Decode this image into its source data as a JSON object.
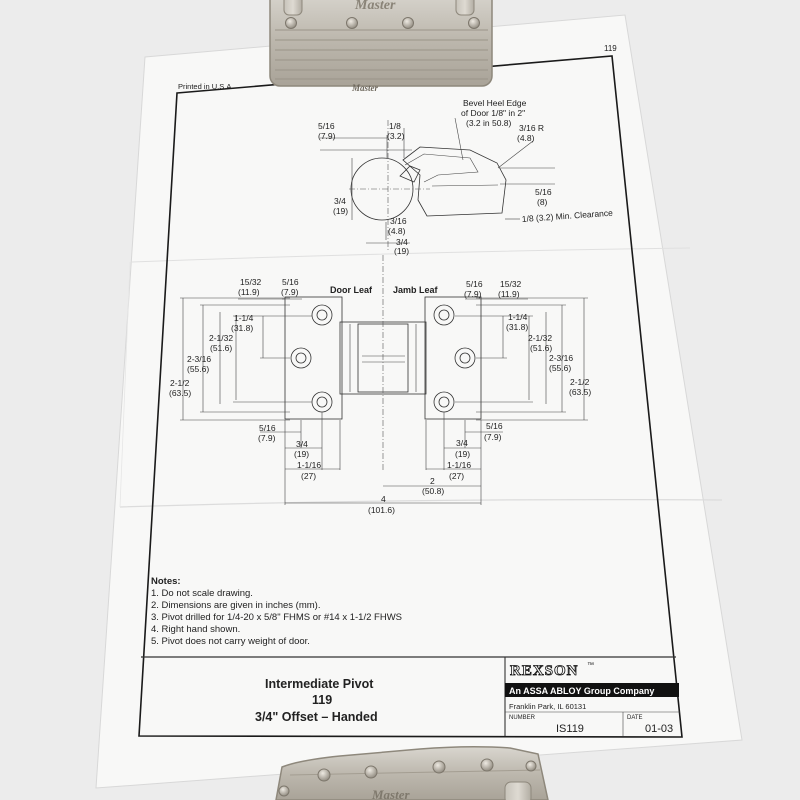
{
  "lock_top": {
    "brand": "Master"
  },
  "lock_bottom": {
    "brand": "Master"
  },
  "sheet": {
    "page_no": "119",
    "printed": "Printed in U.S.A.",
    "top_view": {
      "bevel": [
        "Bevel Heel Edge",
        "of Door 1/8\" in 2\"",
        "(3.2 in 50.8)"
      ],
      "d516": "5/16",
      "d516mm": "(7.9)",
      "d18": "1/8",
      "d18mm": "(3.2)",
      "d316r": "3/16 R",
      "d316rmm": "(4.8)",
      "d516b": "5/16",
      "d516bmm": "(8)",
      "d34": "3/4",
      "d34mm": "(19)",
      "d316": "3/16",
      "d316mm": "(4.8)",
      "d34b": "3/4",
      "d34bmm": "(19)",
      "clearance": "1/8 (3.2) Min. Clearance"
    },
    "front_view": {
      "door_leaf": "Door Leaf",
      "jamb_leaf": "Jamb Leaf",
      "d1532": "15/32",
      "d1532mm": "(11.9)",
      "d516": "5/16",
      "d516mm": "(7.9)",
      "d114": "1-1/4",
      "d114mm": "(31.8)",
      "d2132": "2-1/32",
      "d2132mm": "(51.6)",
      "d2316": "2-3/16",
      "d2316mm": "(55.6)",
      "d212": "2-1/2",
      "d212mm": "(63.5)",
      "d34": "3/4",
      "d34mm": "(19)",
      "d1116": "1-1/16",
      "d1116mm": "(27)",
      "d2": "2",
      "d2mm": "(50.8)",
      "d4": "4",
      "d4mm": "(101.6)"
    },
    "notes": {
      "heading": "Notes:",
      "items": [
        "1. Do not scale drawing.",
        "2. Dimensions are given in inches (mm).",
        "3. Pivot drilled for 1/4-20 x 5/8\" FHMS or #14 x 1-1/2 FHWS",
        "4. Right hand shown.",
        "5. Pivot does not carry weight of door."
      ]
    },
    "title_block": {
      "line1": "Intermediate Pivot",
      "line2": "119",
      "line3": "3/4\" Offset – Handed",
      "brand": "REXSON",
      "tm": "™",
      "group": "An ASSA ABLOY Group Company",
      "address": "Franklin Park, IL 60131",
      "number_label": "NUMBER",
      "number": "IS119",
      "date_label": "DATE",
      "date": "01-03"
    }
  }
}
